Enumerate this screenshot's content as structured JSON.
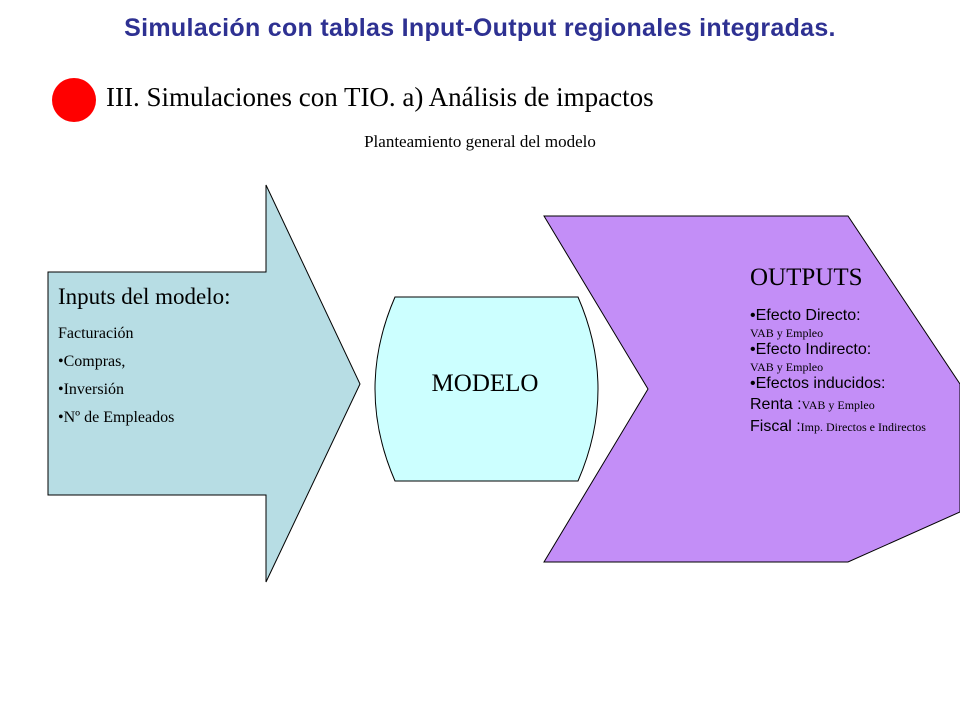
{
  "header": {
    "title": "Simulación con tablas Input-Output regionales integradas.",
    "section": "III. Simulaciones con TIO. a) Análisis de impactos",
    "subtitle": "Planteamiento general del modelo"
  },
  "colors": {
    "title": "#2e3192",
    "dot": "#ff0000",
    "inputs_fill": "#b7dde4",
    "modelo_fill": "#ccffff",
    "outputs_fill": "#c38ef7"
  },
  "diagram": {
    "inputs": {
      "heading": "Inputs del modelo:",
      "items": [
        "Facturación",
        "•Compras,",
        "•Inversión",
        "•Nº de Empleados"
      ]
    },
    "modelo": {
      "label": "MODELO"
    },
    "outputs": {
      "heading": "OUTPUTS",
      "effects": [
        {
          "label": "•Efecto Directo:",
          "detail": "VAB y Empleo"
        },
        {
          "label": "•Efecto Indirecto:",
          "detail": "VAB y Empleo"
        },
        {
          "label": "•Efectos inducidos:",
          "detail": ""
        }
      ],
      "renta": {
        "label": "Renta :",
        "detail": "VAB y Empleo"
      },
      "fiscal": {
        "label": "Fiscal :",
        "detail": "Imp. Directos e Indirectos"
      }
    }
  }
}
